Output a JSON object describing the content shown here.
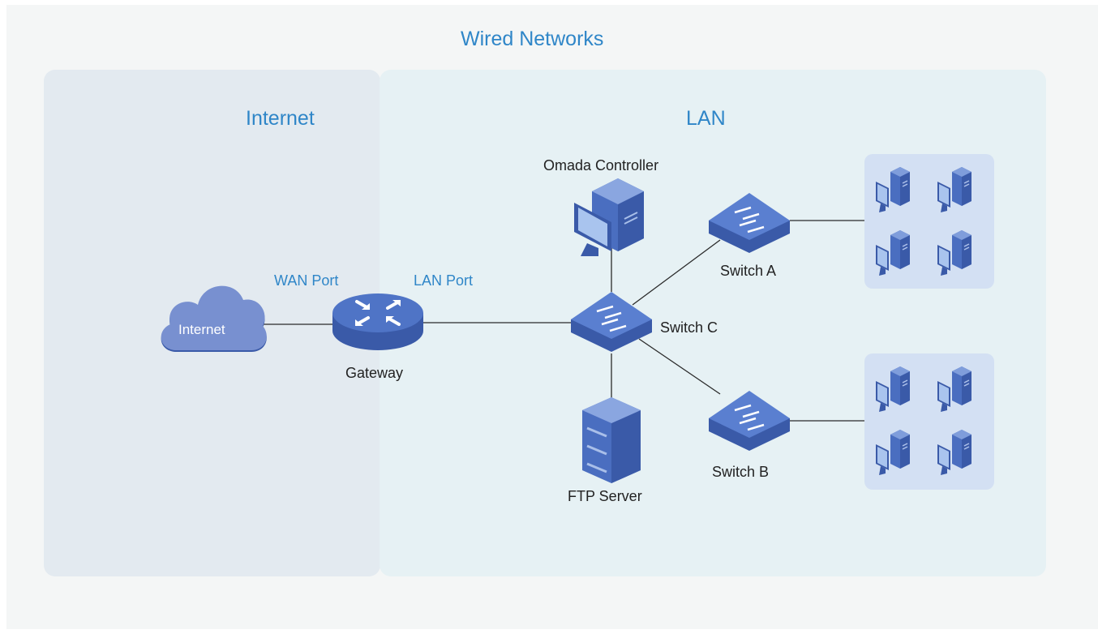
{
  "diagram": {
    "title": "Wired Networks",
    "zones": {
      "internet": "Internet",
      "lan": "LAN"
    },
    "devices": {
      "cloud": "Internet",
      "gateway": "Gateway",
      "controller": "Omada Controller",
      "switch_a": "Switch A",
      "switch_b": "Switch B",
      "switch_c": "Switch C",
      "ftp_server": "FTP Server"
    },
    "ports": {
      "wan": "WAN Port",
      "lan": "LAN Port"
    }
  },
  "colors": {
    "accent": "#2f86c8",
    "device_blue": "#4a6ec0",
    "client_group_bg": "#d3e0f3"
  }
}
